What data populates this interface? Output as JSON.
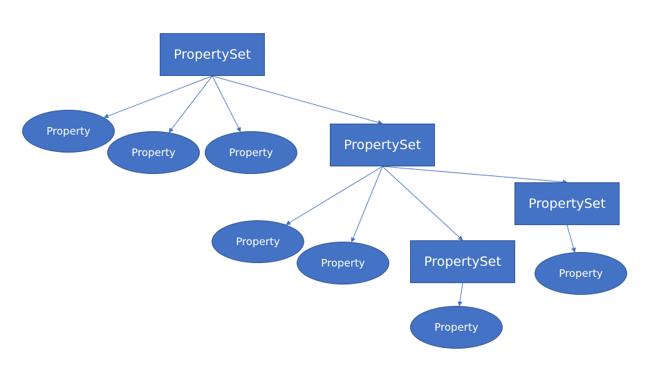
{
  "colors": {
    "node_fill": "#4472c4",
    "node_border": "#2f528f",
    "edge": "#4472c4",
    "text": "#ffffff"
  },
  "nodes": [
    {
      "id": "root-set",
      "kind": "set",
      "label": "PropertySet"
    },
    {
      "id": "p1",
      "kind": "prop",
      "label": "Property"
    },
    {
      "id": "p2",
      "kind": "prop",
      "label": "Property"
    },
    {
      "id": "p3",
      "kind": "prop",
      "label": "Property"
    },
    {
      "id": "set2",
      "kind": "set",
      "label": "PropertySet"
    },
    {
      "id": "p4",
      "kind": "prop",
      "label": "Property"
    },
    {
      "id": "p5",
      "kind": "prop",
      "label": "Property"
    },
    {
      "id": "set3",
      "kind": "set",
      "label": "PropertySet"
    },
    {
      "id": "p6",
      "kind": "prop",
      "label": "Property"
    },
    {
      "id": "set4",
      "kind": "set",
      "label": "PropertySet"
    },
    {
      "id": "p7",
      "kind": "prop",
      "label": "Property"
    }
  ],
  "edges": [
    [
      "root-set",
      "p1"
    ],
    [
      "root-set",
      "p2"
    ],
    [
      "root-set",
      "p3"
    ],
    [
      "root-set",
      "set2"
    ],
    [
      "set2",
      "p4"
    ],
    [
      "set2",
      "p5"
    ],
    [
      "set2",
      "set3"
    ],
    [
      "set2",
      "set4"
    ],
    [
      "set3",
      "p6"
    ],
    [
      "set4",
      "p7"
    ]
  ]
}
